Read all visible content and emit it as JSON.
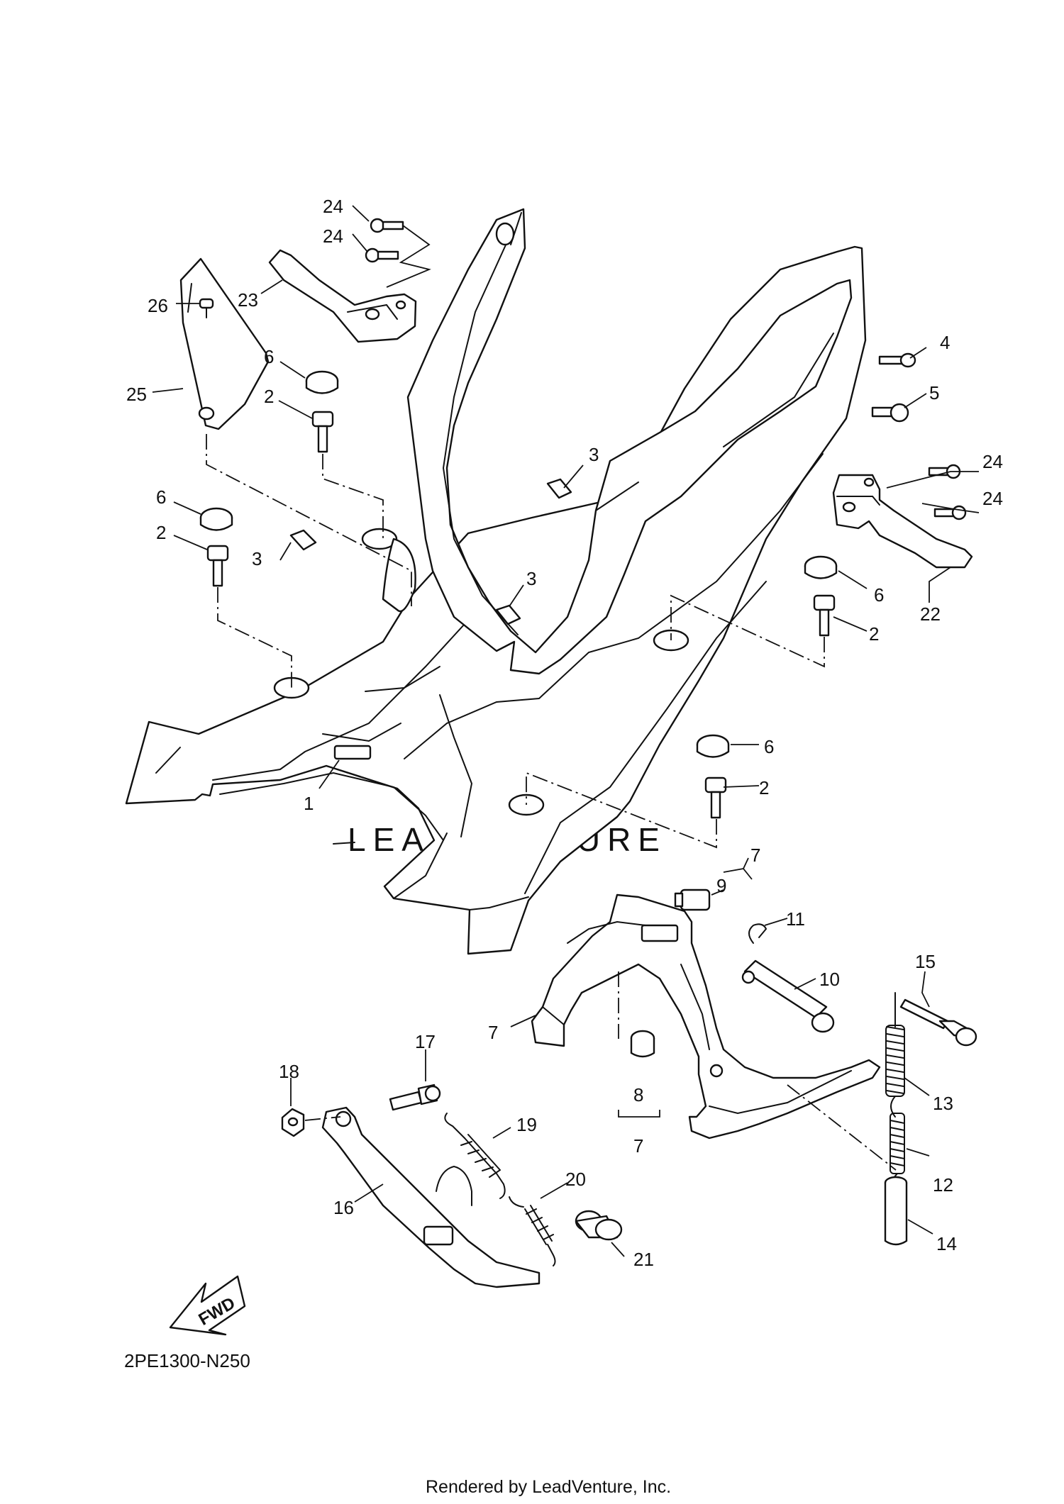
{
  "diagram": {
    "code": "2PE1300-N250",
    "fwd_label": "FWD",
    "watermark": "LEADVENTURE",
    "footer": "Rendered by LeadVenture, Inc."
  },
  "callouts": {
    "c1": "1",
    "c2a": "2",
    "c2b": "2",
    "c2c": "2",
    "c2d": "2",
    "c3a": "3",
    "c3b": "3",
    "c3c": "3",
    "c4": "4",
    "c5": "5",
    "c6a": "6",
    "c6b": "6",
    "c6c": "6",
    "c6d": "6",
    "c7a": "7",
    "c7b": "7",
    "c7c": "7",
    "c8": "8",
    "c9": "9",
    "c10": "10",
    "c11": "11",
    "c12": "12",
    "c13": "13",
    "c14": "14",
    "c15": "15",
    "c16": "16",
    "c17": "17",
    "c18": "18",
    "c19": "19",
    "c20": "20",
    "c21": "21",
    "c22": "22",
    "c23": "23",
    "c24a": "24",
    "c24b": "24",
    "c24c": "24",
    "c24d": "24",
    "c25": "25",
    "c26": "26"
  }
}
